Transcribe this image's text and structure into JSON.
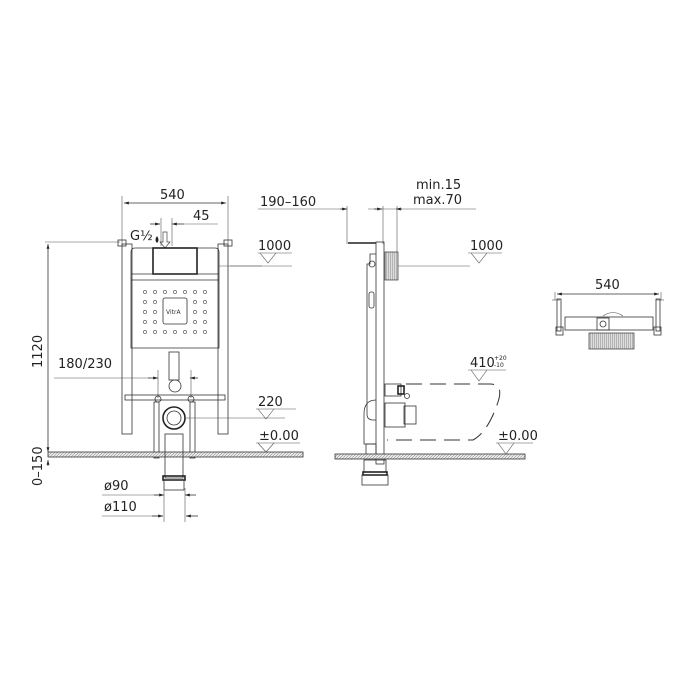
{
  "diagram": {
    "type": "technical-drawing",
    "subject": "Concealed cistern / wall-hung WC installation frame",
    "brand_logo": "VitrA",
    "views": {
      "front": {
        "width_label": "540",
        "offset_label": "45",
        "inlet_label": "G½",
        "height_label": "1120",
        "floor_adjust_label": "0–150",
        "bolt_spacing_label": "180/230",
        "level_top": "1000",
        "level_waste": "220",
        "level_floor": "±0.00",
        "pipe_inner_label": "ø90",
        "pipe_outer_label": "ø110"
      },
      "side": {
        "wall_distance_label": "190–160",
        "wall_thickness_min": "min.15",
        "wall_thickness_max": "max.70",
        "level_top": "1000",
        "seat_height_label": "410",
        "seat_tolerance_plus": "+20",
        "seat_tolerance_minus": "-10",
        "level_floor": "±0.00"
      },
      "top": {
        "width_label": "540"
      }
    }
  }
}
